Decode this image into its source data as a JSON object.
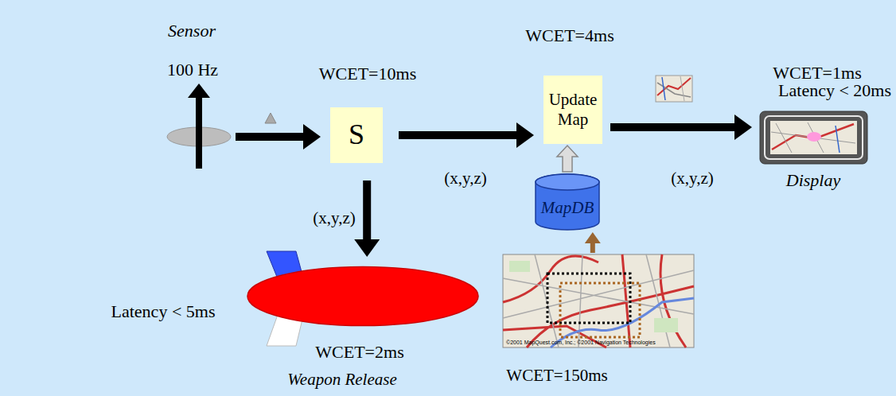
{
  "diagram": {
    "nodes": [
      {
        "text": [
          "Sensor",
          "100 Hz"
        ]
      },
      {
        "text": [
          "S"
        ]
      },
      {
        "text": [
          "Update Map"
        ]
      },
      {
        "text": [
          "MapDB"
        ]
      },
      {
        "text": [
          "Display"
        ]
      },
      {
        "text": [
          "Weapon Release"
        ]
      },
      {
        "text": [
          "WCET=150ms"
        ]
      }
    ],
    "edges": [
      {
        "from": 0,
        "to": 1,
        "arrow": "to"
      },
      {
        "from": 1,
        "to": 2,
        "label": "(x,y,z)",
        "arrow": "to"
      },
      {
        "from": 1,
        "to": 5,
        "label": "(x,y,z)",
        "arrow": "to"
      },
      {
        "from": 3,
        "to": 2,
        "arrow": "to"
      },
      {
        "from": 2,
        "to": 4,
        "label": "(x,y,z)",
        "arrow": "to"
      },
      {
        "from": 6,
        "to": 3,
        "arrow": "to"
      }
    ],
    "labels": [
      "WCET=10ms",
      "WCET=4ms",
      "WCET=1ms",
      "Latency < 20ms",
      "Latency < 5ms",
      "WCET=2ms",
      "©2001 MapQuest.com, Inc.; ©2001 Navigation Technologies"
    ]
  }
}
